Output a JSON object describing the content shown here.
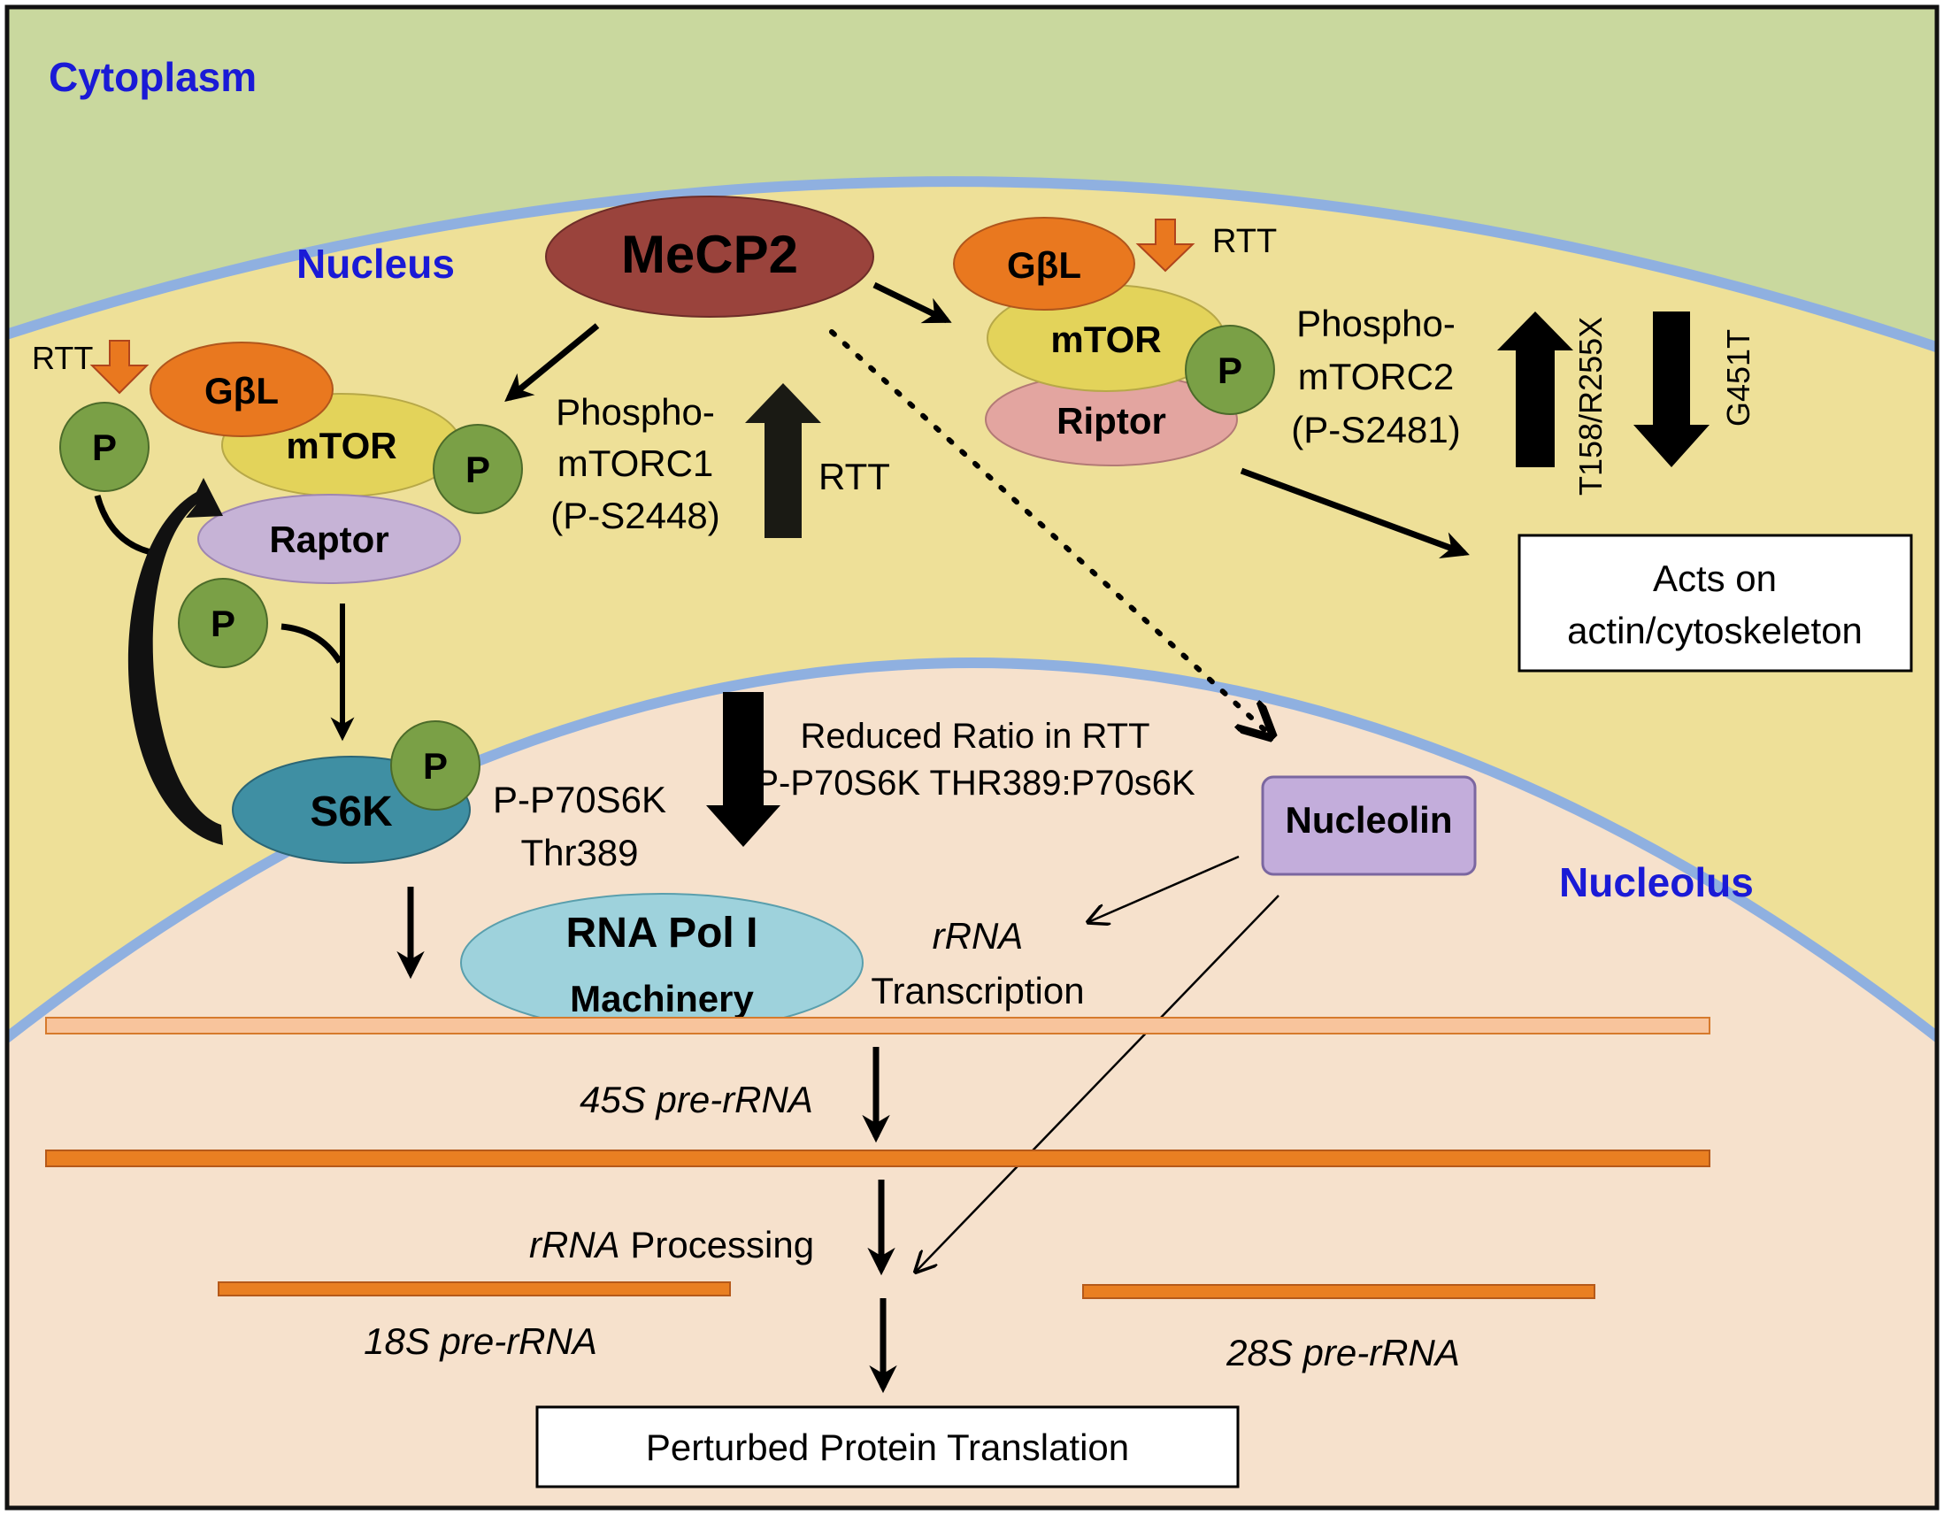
{
  "colors": {
    "cytoplasm": "#c9d89e",
    "nucleus": "#eee098",
    "nucleolus": "#f6e1cc",
    "membrane": "#8fb0e0",
    "region_label": "#1a1ad6",
    "gbl": "#e9781f",
    "mtor": "#e3d35a",
    "raptor": "#c6b3d6",
    "riptor": "#e3a5a0",
    "phospho": "#7aa046",
    "mecp2": "#9a433c",
    "s6k": "#3f8fa3",
    "rnapol": "#9ed2dc",
    "nucleolin": "#c3addb",
    "rrna_light": "#f8c49c",
    "rrna": "#e97f22",
    "rtt_arrow": "#e9781f"
  },
  "regions": {
    "cytoplasm": "Cytoplasm",
    "nucleus": "Nucleus",
    "nucleolus": "Nucleolus"
  },
  "mecp2": "MeCP2",
  "mtorc1": {
    "gbl": "GβL",
    "mtor": "mTOR",
    "raptor": "Raptor",
    "p": "P",
    "rtt": "RTT",
    "phospho_label": [
      "Phospho-",
      "mTORC1",
      "(P-S2448)"
    ],
    "up_label": "RTT"
  },
  "mtorc2": {
    "gbl": "GβL",
    "mtor": "mTOR",
    "riptor": "Riptor",
    "p": "P",
    "rtt": "RTT",
    "phospho_label": [
      "Phospho-",
      "mTORC2",
      "(P-S2481)"
    ],
    "up_mutation": "T158/R255X",
    "down_mutation": "G451T"
  },
  "actin_box": [
    "Acts on",
    "actin/cytoskeleton"
  ],
  "s6k": {
    "name": "S6K",
    "p": "P",
    "site_label": [
      "P-P70S6K",
      "Thr389"
    ]
  },
  "ratio_label": [
    "Reduced Ratio in RTT",
    "P-P70S6K THR389:P70s6K"
  ],
  "nucleolin": "Nucleolin",
  "rna_pol": [
    "RNA Pol I",
    "Machinery"
  ],
  "rrna_transcription": {
    "italic": "rRNA",
    "plain": "Transcription"
  },
  "pre_rrna_45s": "45S pre-rRNA",
  "rrna_processing": {
    "italic": "rRNA",
    "plain": " Processing"
  },
  "pre_rrna_18s": "18S pre-rRNA",
  "pre_rrna_28s": "28S pre-rRNA",
  "output_box": "Perturbed Protein Translation"
}
